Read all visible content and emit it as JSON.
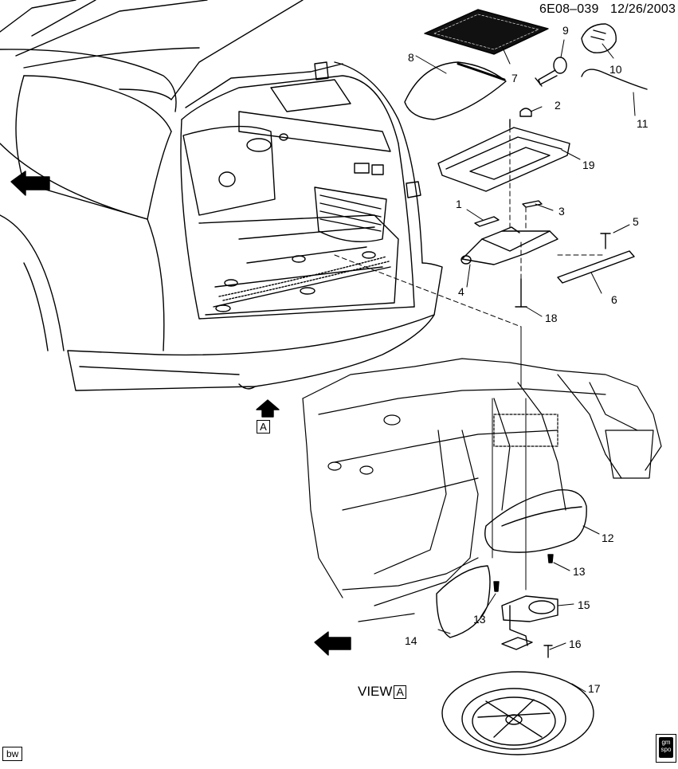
{
  "header": {
    "diagram_id": "6E08–039",
    "date": "12/26/2003"
  },
  "callouts": [
    "1",
    "2",
    "3",
    "4",
    "5",
    "6",
    "7",
    "8",
    "9",
    "10",
    "11",
    "12",
    "13",
    "13",
    "14",
    "15",
    "16",
    "17",
    "18",
    "19"
  ],
  "view": {
    "label": "VIEW",
    "letter": "A"
  },
  "view_marker": "A",
  "badges": {
    "bw": "bw",
    "gm_line1": "gm",
    "gm_line2": "spo"
  }
}
